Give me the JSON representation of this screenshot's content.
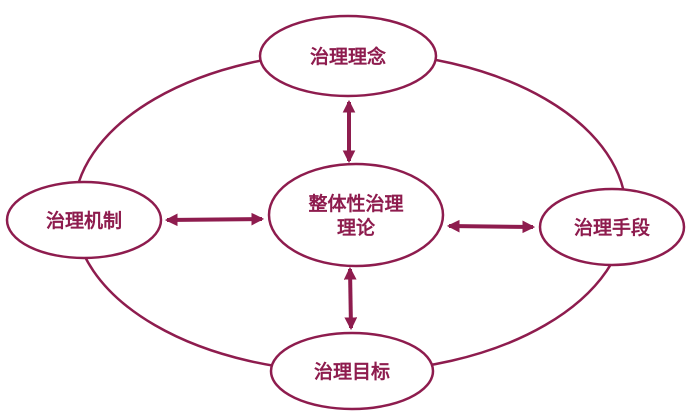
{
  "diagram": {
    "accent_color": "#8e1c4e",
    "background_color": "#ffffff",
    "center_node": {
      "label_line1": "整体性治理",
      "label_line2": "理论"
    },
    "nodes": {
      "top": {
        "label": "治理理念"
      },
      "left": {
        "label": "治理机制"
      },
      "right": {
        "label": "治理手段"
      },
      "bottom": {
        "label": "治理目标"
      }
    },
    "connections": [
      "center-top",
      "center-left",
      "center-right",
      "center-bottom",
      "outer-cycle"
    ]
  }
}
